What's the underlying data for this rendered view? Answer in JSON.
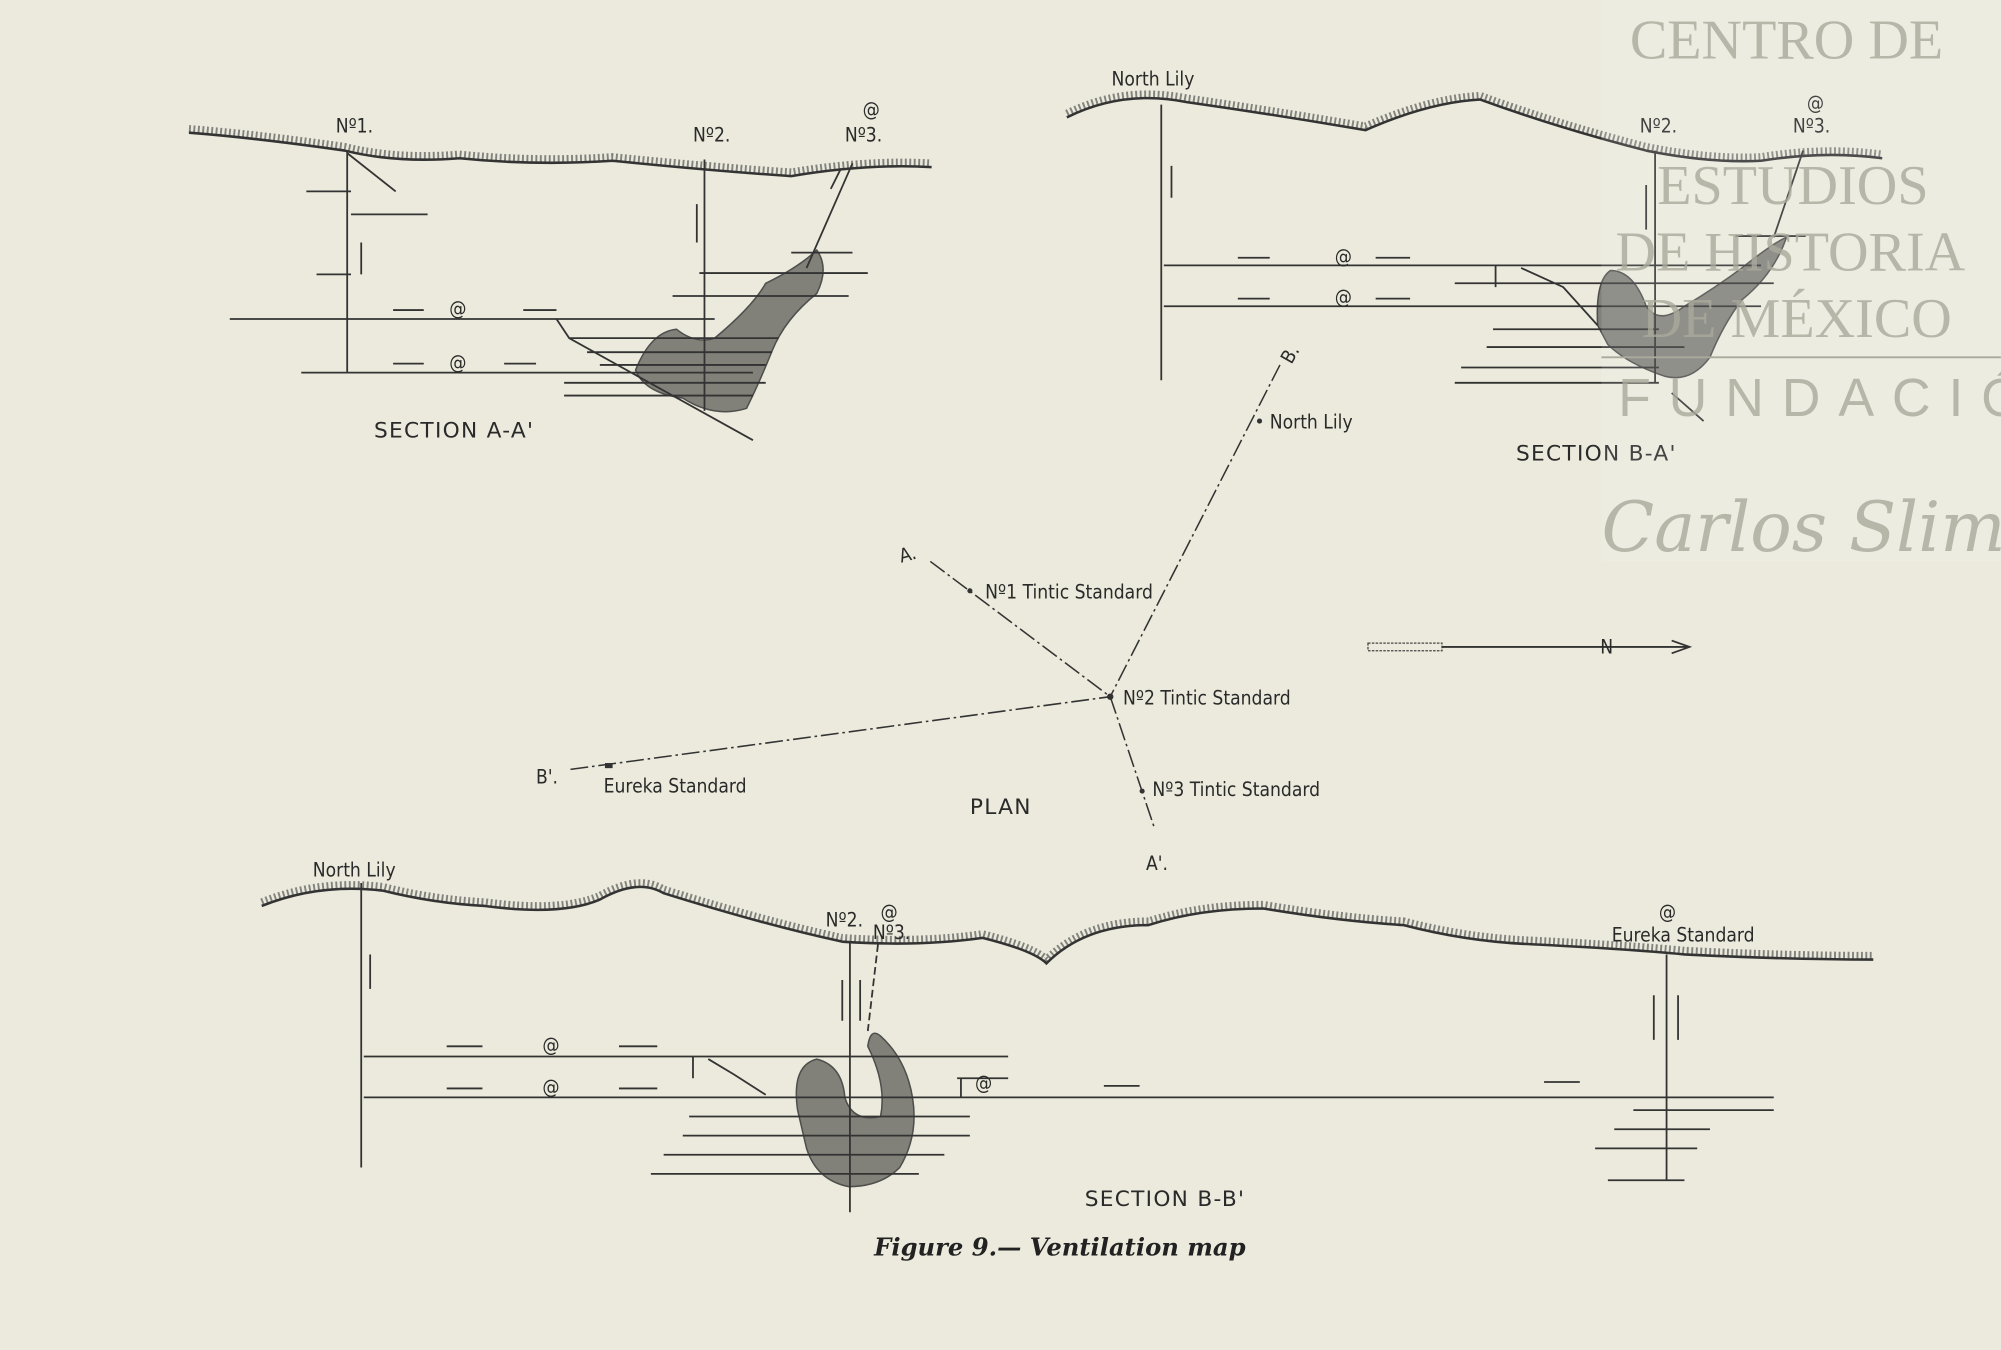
{
  "figure": {
    "caption": "Figure 9.— Ventilation map",
    "section_aa": {
      "title": "SECTION A-A'",
      "labels": {
        "shaft1": "Nº1.",
        "shaft2": "Nº2.",
        "shaft3": "Nº3.",
        "fan": "@"
      }
    },
    "section_ba": {
      "title": "SECTION B-A'",
      "labels": {
        "north_lily": "North Lily",
        "shaft2": "Nº2.",
        "shaft3": "Nº3.",
        "fan": "@"
      }
    },
    "plan": {
      "title": "PLAN",
      "points": {
        "a": "A.",
        "b": "B.",
        "b_prime": "B'.",
        "a_prime": "A'.",
        "north_lily": "North Lily",
        "tintic1": "Nº1 Tintic Standard",
        "tintic2": "Nº2 Tintic Standard",
        "tintic3": "Nº3 Tintic Standard",
        "eureka": "Eureka Standard"
      },
      "north_label": "N"
    },
    "section_bb": {
      "title": "SECTION B-B'",
      "labels": {
        "north_lily": "North Lily",
        "shaft2": "Nº2.",
        "shaft3": "Nº3.",
        "eureka": "Eureka Standard",
        "fan": "@"
      }
    }
  },
  "watermark": {
    "lines": [
      "CENTRO DE",
      "ESTUDIOS",
      "DE HISTORIA",
      "DE MÉXICO"
    ],
    "foundation": "FUNDACIÓN",
    "signature": "Carlos Slim"
  }
}
